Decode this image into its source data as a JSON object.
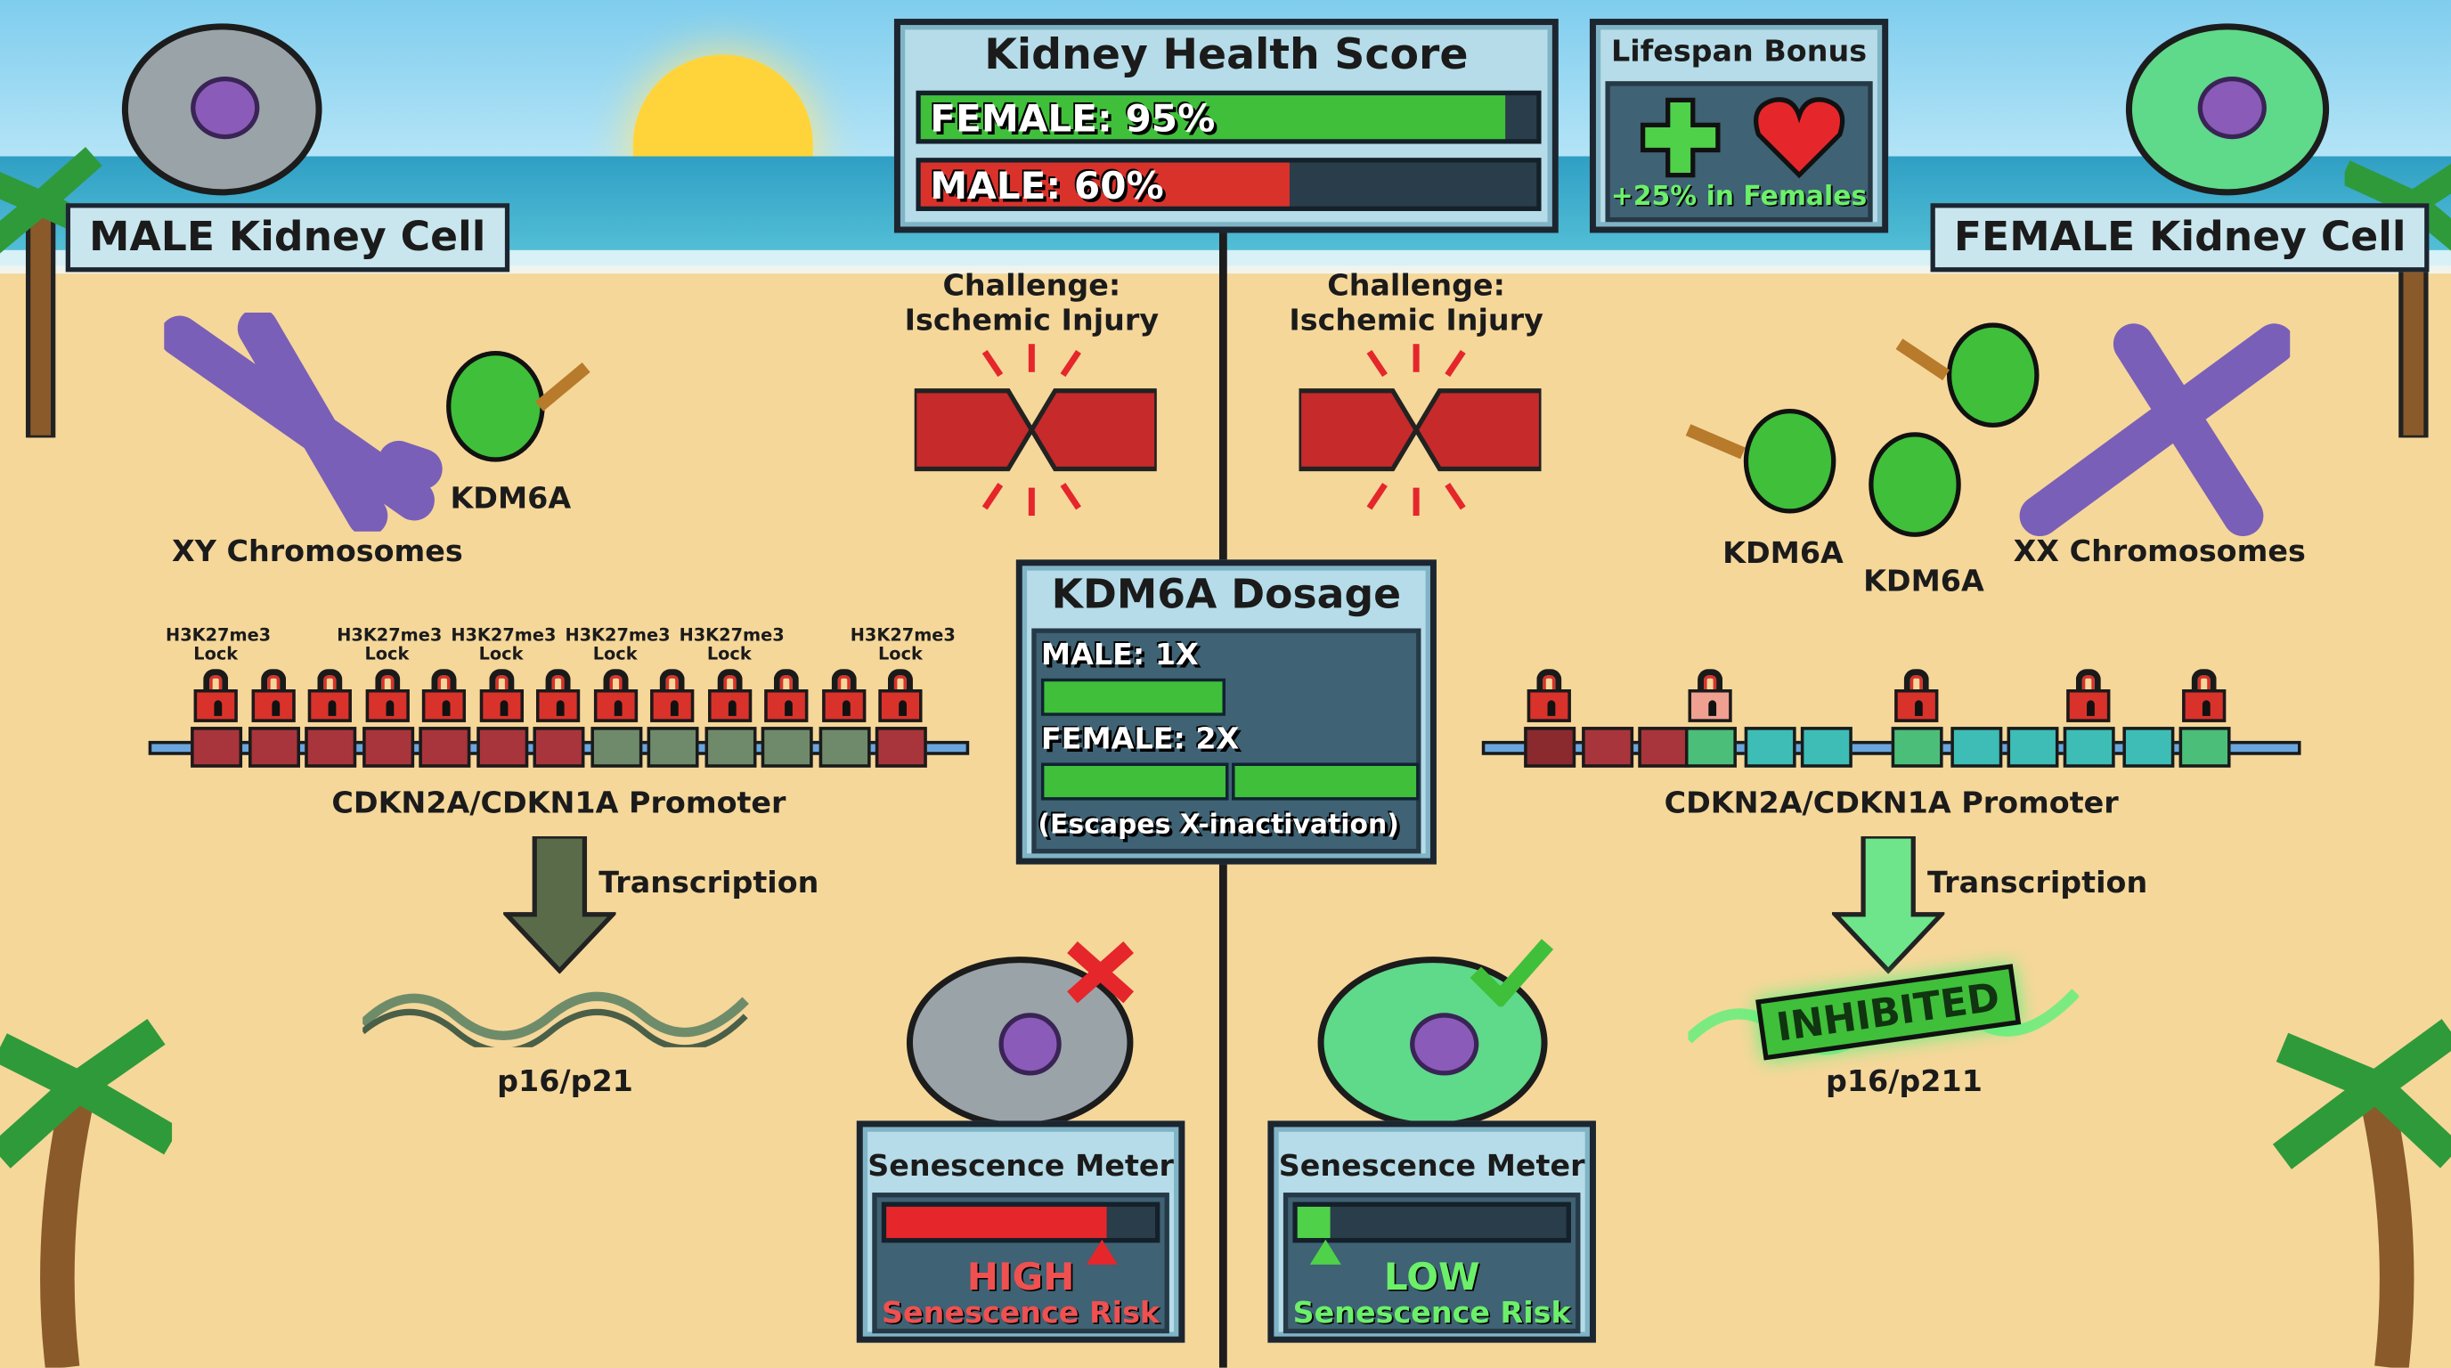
{
  "health_score": {
    "title": "Kidney Health Score",
    "female_label": "FEMALE: 95%",
    "female_value": 95,
    "male_label": "MALE: 60%",
    "male_value": 60,
    "female_color": "#3fbf3a",
    "male_color": "#d9322b"
  },
  "lifespan_bonus": {
    "title": "Lifespan Bonus",
    "text": "+25% in Females",
    "icons": [
      "plus-icon",
      "heart-icon"
    ]
  },
  "male": {
    "cell_label": "MALE Kidney Cell",
    "chromosome_label": "XY Chromosomes",
    "kdm6a_label": "KDM6A",
    "challenge": "Challenge:\nIschemic Injury",
    "challenge_line1": "Challenge:",
    "challenge_line2": "Ischemic Injury",
    "lock_label_line1": "H3K27me3",
    "lock_label_line2": "Lock",
    "promoter_label": "CDKN2A/CDKN1A Promoter",
    "promoter_segments": [
      "red",
      "red",
      "red",
      "red",
      "red",
      "red",
      "red",
      "green",
      "green",
      "green",
      "green",
      "green",
      "red"
    ],
    "transcription_label": "Transcription",
    "gene_label": "p16/p21",
    "senescence": {
      "title": "Senescence Meter",
      "level": "HIGH",
      "risk": "Senescence Risk",
      "value": 82,
      "status_icon": "x-mark-icon"
    }
  },
  "female": {
    "cell_label": "FEMALE Kidney Cell",
    "chromosome_label": "XX Chromosomes",
    "kdm6a_label_1": "KDM6A",
    "kdm6a_label_2": "KDM6A",
    "challenge_line1": "Challenge:",
    "challenge_line2": "Ischemic Injury",
    "promoter_label": "CDKN2A/CDKN1A Promoter",
    "promoter_segments": [
      "darkred",
      "red",
      "red",
      "green",
      "teal",
      "teal",
      "green",
      "teal",
      "teal",
      "teal",
      "teal",
      "green"
    ],
    "transcription_label": "Transcription",
    "inhibited_label": "INHIBITED",
    "gene_label": "p16/p211",
    "senescence": {
      "title": "Senescence Meter",
      "level": "LOW",
      "risk": "Senescence Risk",
      "value": 12,
      "status_icon": "check-mark-icon"
    }
  },
  "dosage": {
    "title": "KDM6A Dosage",
    "male_label": "MALE: 1X",
    "female_label": "FEMALE: 2X",
    "note": "(Escapes X-inactivation)",
    "male_units": 1,
    "female_units": 2
  }
}
